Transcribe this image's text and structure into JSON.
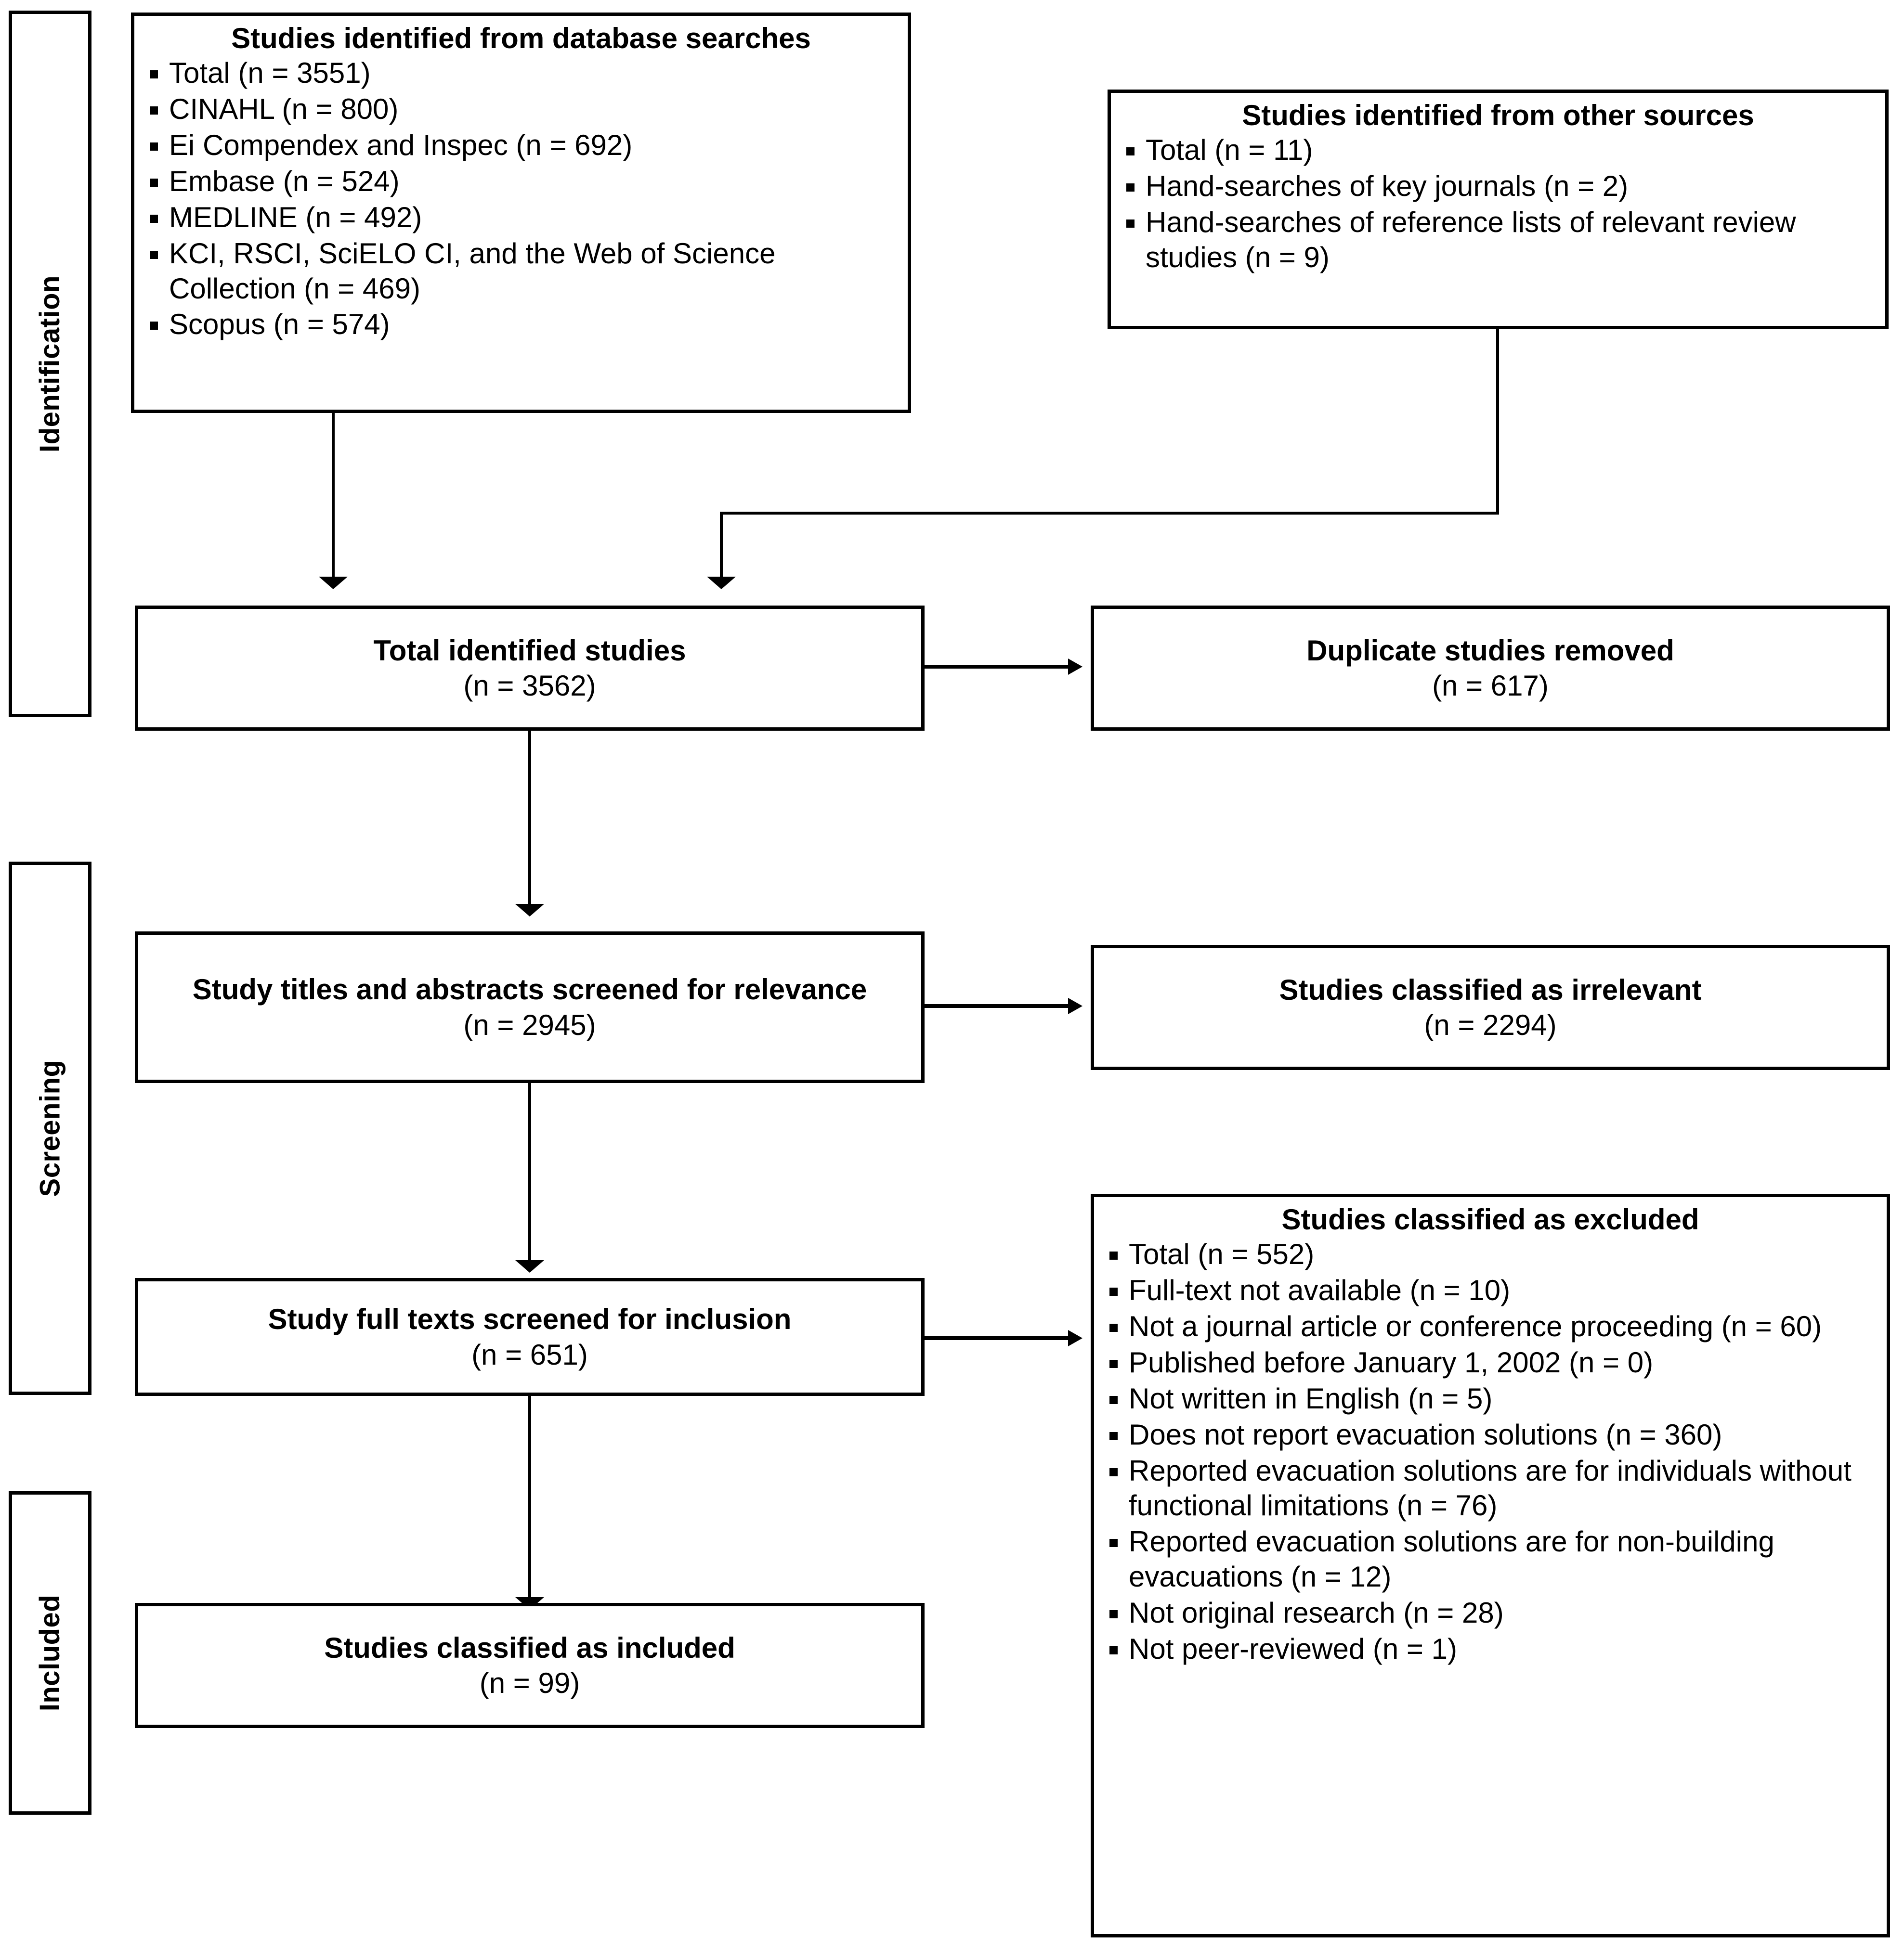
{
  "diagram": {
    "type": "prisma-flow-diagram",
    "stages": [
      {
        "id": "identification",
        "label": "Identification"
      },
      {
        "id": "screening",
        "label": "Screening"
      },
      {
        "id": "included",
        "label": "Included"
      }
    ],
    "nodes": {
      "database_searches": {
        "title": "Studies identified from database searches",
        "items": [
          "Total (n = 3551)",
          "CINAHL (n = 800)",
          "Ei Compendex and Inspec (n = 692)",
          "Embase (n = 524)",
          "MEDLINE (n = 492)",
          "KCI, RSCI, SciELO CI, and the Web of Science Collection (n = 469)",
          "Scopus (n = 574)"
        ]
      },
      "other_sources": {
        "title": "Studies identified from other sources",
        "items": [
          "Total (n = 11)",
          "Hand-searches of key journals (n = 2)",
          "Hand-searches of reference lists of relevant review studies (n = 9)"
        ]
      },
      "total_identified": {
        "title": "Total identified studies",
        "count": "(n = 3562)"
      },
      "duplicates_removed": {
        "title": "Duplicate studies removed",
        "count": "(n = 617)"
      },
      "titles_abstracts_screened": {
        "title": "Study titles and abstracts screened for relevance",
        "count": "(n = 2945)"
      },
      "irrelevant": {
        "title": "Studies classified as irrelevant",
        "count": "(n = 2294)"
      },
      "full_texts_screened": {
        "title": "Study full texts screened for inclusion",
        "count": "(n = 651)"
      },
      "excluded": {
        "title": "Studies classified as excluded",
        "items": [
          "Total (n = 552)",
          "Full-text not available (n = 10)",
          "Not a journal article or conference proceeding (n = 60)",
          "Published before January 1, 2002 (n = 0)",
          "Not written in English (n = 5)",
          "Does not report evacuation solutions (n = 360)",
          "Reported evacuation solutions are for individuals without functional limitations (n = 76)",
          "Reported evacuation solutions are for non-building evacuations (n = 12)",
          "Not original research (n = 28)",
          "Not peer-reviewed (n = 1)"
        ]
      },
      "included_studies": {
        "title": "Studies classified as included",
        "count": "(n = 99)"
      }
    },
    "colors": {
      "line": "#000000",
      "box_fill": "#ffffff",
      "text": "#000000"
    }
  }
}
